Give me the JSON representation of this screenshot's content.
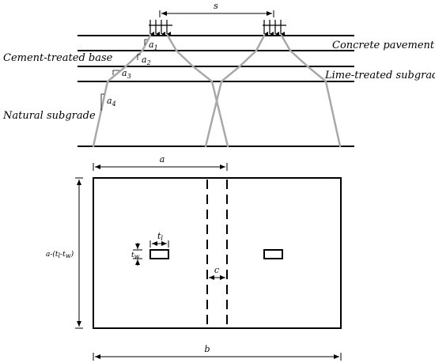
{
  "diagram": {
    "dimension_s": "s",
    "layers": {
      "concrete_pavement": "Concrete pavement",
      "cement_treated_base": "Cement-treated base",
      "lime_treated_subgrade": "Lime-treated subgrade",
      "natural_subgrade": "Natural subgrade"
    },
    "angles": {
      "a1": {
        "base": "a",
        "sub": "1"
      },
      "a2": {
        "base": "a",
        "sub": "2"
      },
      "a3": {
        "base": "a",
        "sub": "3"
      },
      "a4": {
        "base": "a",
        "sub": "4"
      }
    },
    "plan": {
      "dim_a": "a",
      "dim_b": "b",
      "dim_c": "c",
      "dim_tl": {
        "base": "t",
        "sub": "l"
      },
      "dim_tw": {
        "base": "t",
        "sub": "w"
      },
      "side": {
        "prefix": "a-(t",
        "sub1": "l",
        "mid": "-t",
        "sub2": "w",
        "suffix": ")"
      }
    }
  },
  "colors": {
    "line": "#000000",
    "spread": "#a8a8a8"
  }
}
